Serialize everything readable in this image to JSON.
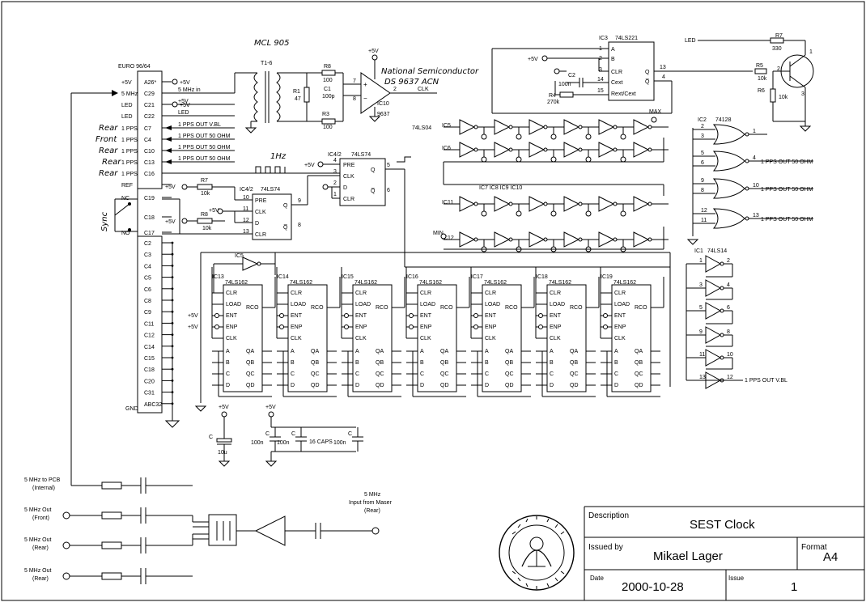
{
  "title_block": {
    "description_label": "Description",
    "description": "SEST Clock",
    "issued_by_label": "Issued by",
    "issued_by": "Mikael Lager",
    "format_label": "Format",
    "format": "A4",
    "date_label": "Date",
    "date": "2000-10-28",
    "issue_label": "Issue",
    "issue": "1"
  },
  "connector": {
    "name": "EURO 96/64",
    "pins": [
      {
        "id": "A26*",
        "label": "+5V",
        "signal": "+5V"
      },
      {
        "id": "C29",
        "label": "5 MHz",
        "signal": "5 MHz in"
      },
      {
        "id": "C21",
        "label": "LED",
        "signal": "+5V"
      },
      {
        "id": "C22",
        "label": "LED",
        "signal": "LED"
      },
      {
        "id": "C7",
        "label": "1 PPS",
        "signal": "1 PPS OUT V.BL"
      },
      {
        "id": "C4",
        "label": "1 PPS",
        "signal": "1 PPS OUT 50 OHM"
      },
      {
        "id": "C10",
        "label": "1 PPS",
        "signal": "1 PPS OUT 50 OHM"
      },
      {
        "id": "C13",
        "label": "1 PPS",
        "signal": "1 PPS OUT 50 OHM"
      },
      {
        "id": "C16",
        "label": "1 PPS",
        "signal": ""
      },
      {
        "id": "",
        "label": "REF",
        "signal": ""
      },
      {
        "id": "C19",
        "label": "NC",
        "signal": ""
      },
      {
        "id": "C18",
        "label": "",
        "signal": ""
      },
      {
        "id": "C17",
        "label": "NO",
        "signal": ""
      }
    ],
    "lower_pins": [
      "C2",
      "C3",
      "C4",
      "C5",
      "C6",
      "C8",
      "C9",
      "C11",
      "C12",
      "C14",
      "C15",
      "C18",
      "C20",
      "C31",
      "ABC32"
    ],
    "gnd": "GND",
    "handwritten": [
      "Rear",
      "Front",
      "Rear",
      "Rear",
      "Rear"
    ],
    "sync": "Sync"
  },
  "transformer": {
    "name": "MCL 905",
    "ref": "T1-6"
  },
  "input_stage": {
    "r8": "R8",
    "r8v": "100",
    "r1": "R1",
    "r1v": "47",
    "c1": "C1",
    "c1v": "100p",
    "r3": "R3",
    "r3v": "100",
    "vcc": "+5V",
    "chip": "IC10",
    "chip_type": "9637",
    "maker": "National Semiconductor",
    "part": "DS 9637 ACN",
    "clk": "CLK"
  },
  "monostable": {
    "name": "IC3",
    "type": "74LS221",
    "pins": [
      "A",
      "B",
      "CLR",
      "Cext",
      "Rext/Cext"
    ],
    "c2": "C2",
    "c2v": "100n",
    "r4": "R4",
    "r4v": "270k",
    "vcc": "+5V",
    "q": "Q",
    "qn": "Q̅"
  },
  "led_driver": {
    "led": "LED",
    "r7": "R7",
    "r7v": "330",
    "r5": "R5",
    "r5v": "10k",
    "r6": "R6",
    "r6v": "10k"
  },
  "inverter_chain": {
    "type": "74LS04",
    "rows": [
      "IC5",
      "IC6",
      "IC7  IC8  IC9  IC10",
      "IC11",
      "IC12"
    ],
    "max": "MAX",
    "min": "MIN"
  },
  "nor_gates": {
    "name": "IC2",
    "type": "74128",
    "outputs": [
      "1 PPS OUT 50 OHM",
      "1 PPS OUT 50 OHM",
      "1 PPS OUT 50 OHM"
    ]
  },
  "schmitt": {
    "name": "IC1",
    "type": "74LS14",
    "output": "1 PPS OUT V.BL",
    "pins": [
      "1",
      "2",
      "3",
      "4",
      "5",
      "6",
      "9",
      "8",
      "11",
      "10",
      "13",
      "12"
    ]
  },
  "flipflops": {
    "ff1": {
      "name": "IC4/2",
      "type": "74LS74",
      "pins": [
        "PRE",
        "CLK",
        "D",
        "CLR"
      ],
      "q": "Q",
      "qn": "Q̅"
    },
    "ff2": {
      "name": "IC4/2",
      "type": "74LS74",
      "pins": [
        "PRE",
        "CLK",
        "D",
        "CLR"
      ],
      "q": "Q",
      "qn": "Q̅"
    },
    "r7": "R7",
    "r7v": "10k",
    "r8": "R8",
    "r8v": "10k",
    "hz": "1Hz",
    "vcc": "+5V"
  },
  "counters": {
    "type": "74LS162",
    "chips": [
      "IC13",
      "IC14",
      "IC15",
      "IC16",
      "IC17",
      "IC18",
      "IC19"
    ],
    "pins_left": [
      "CLR",
      "LOAD",
      "ENT",
      "ENP",
      "CLK",
      "A",
      "B",
      "C",
      "D"
    ],
    "pins_right": [
      "RCO",
      "QA",
      "QB",
      "QC",
      "QD"
    ],
    "inverter": "IC5",
    "vcc": "+5V"
  },
  "decoupling": {
    "vcc": "+5V",
    "c_big": "C",
    "c_big_v": "10u",
    "caps": [
      {
        "n": "C",
        "v": "100n"
      },
      {
        "n": "C",
        "v": "100n"
      },
      {
        "n": "C",
        "v": "100n"
      }
    ],
    "note": "16 CAPS"
  },
  "splitter": {
    "outputs": [
      {
        "label": "5 MHz to PCB",
        "sub": "(Internal)"
      },
      {
        "label": "5 MHz Out",
        "sub": "(Front)"
      },
      {
        "label": "5 MHz Out",
        "sub": "(Rear)"
      },
      {
        "label": "5 MHz Out",
        "sub": "(Rear)"
      }
    ],
    "input_label": "5 MHz",
    "input_sub": "Input from Maser",
    "input_sub2": "(Rear)"
  }
}
